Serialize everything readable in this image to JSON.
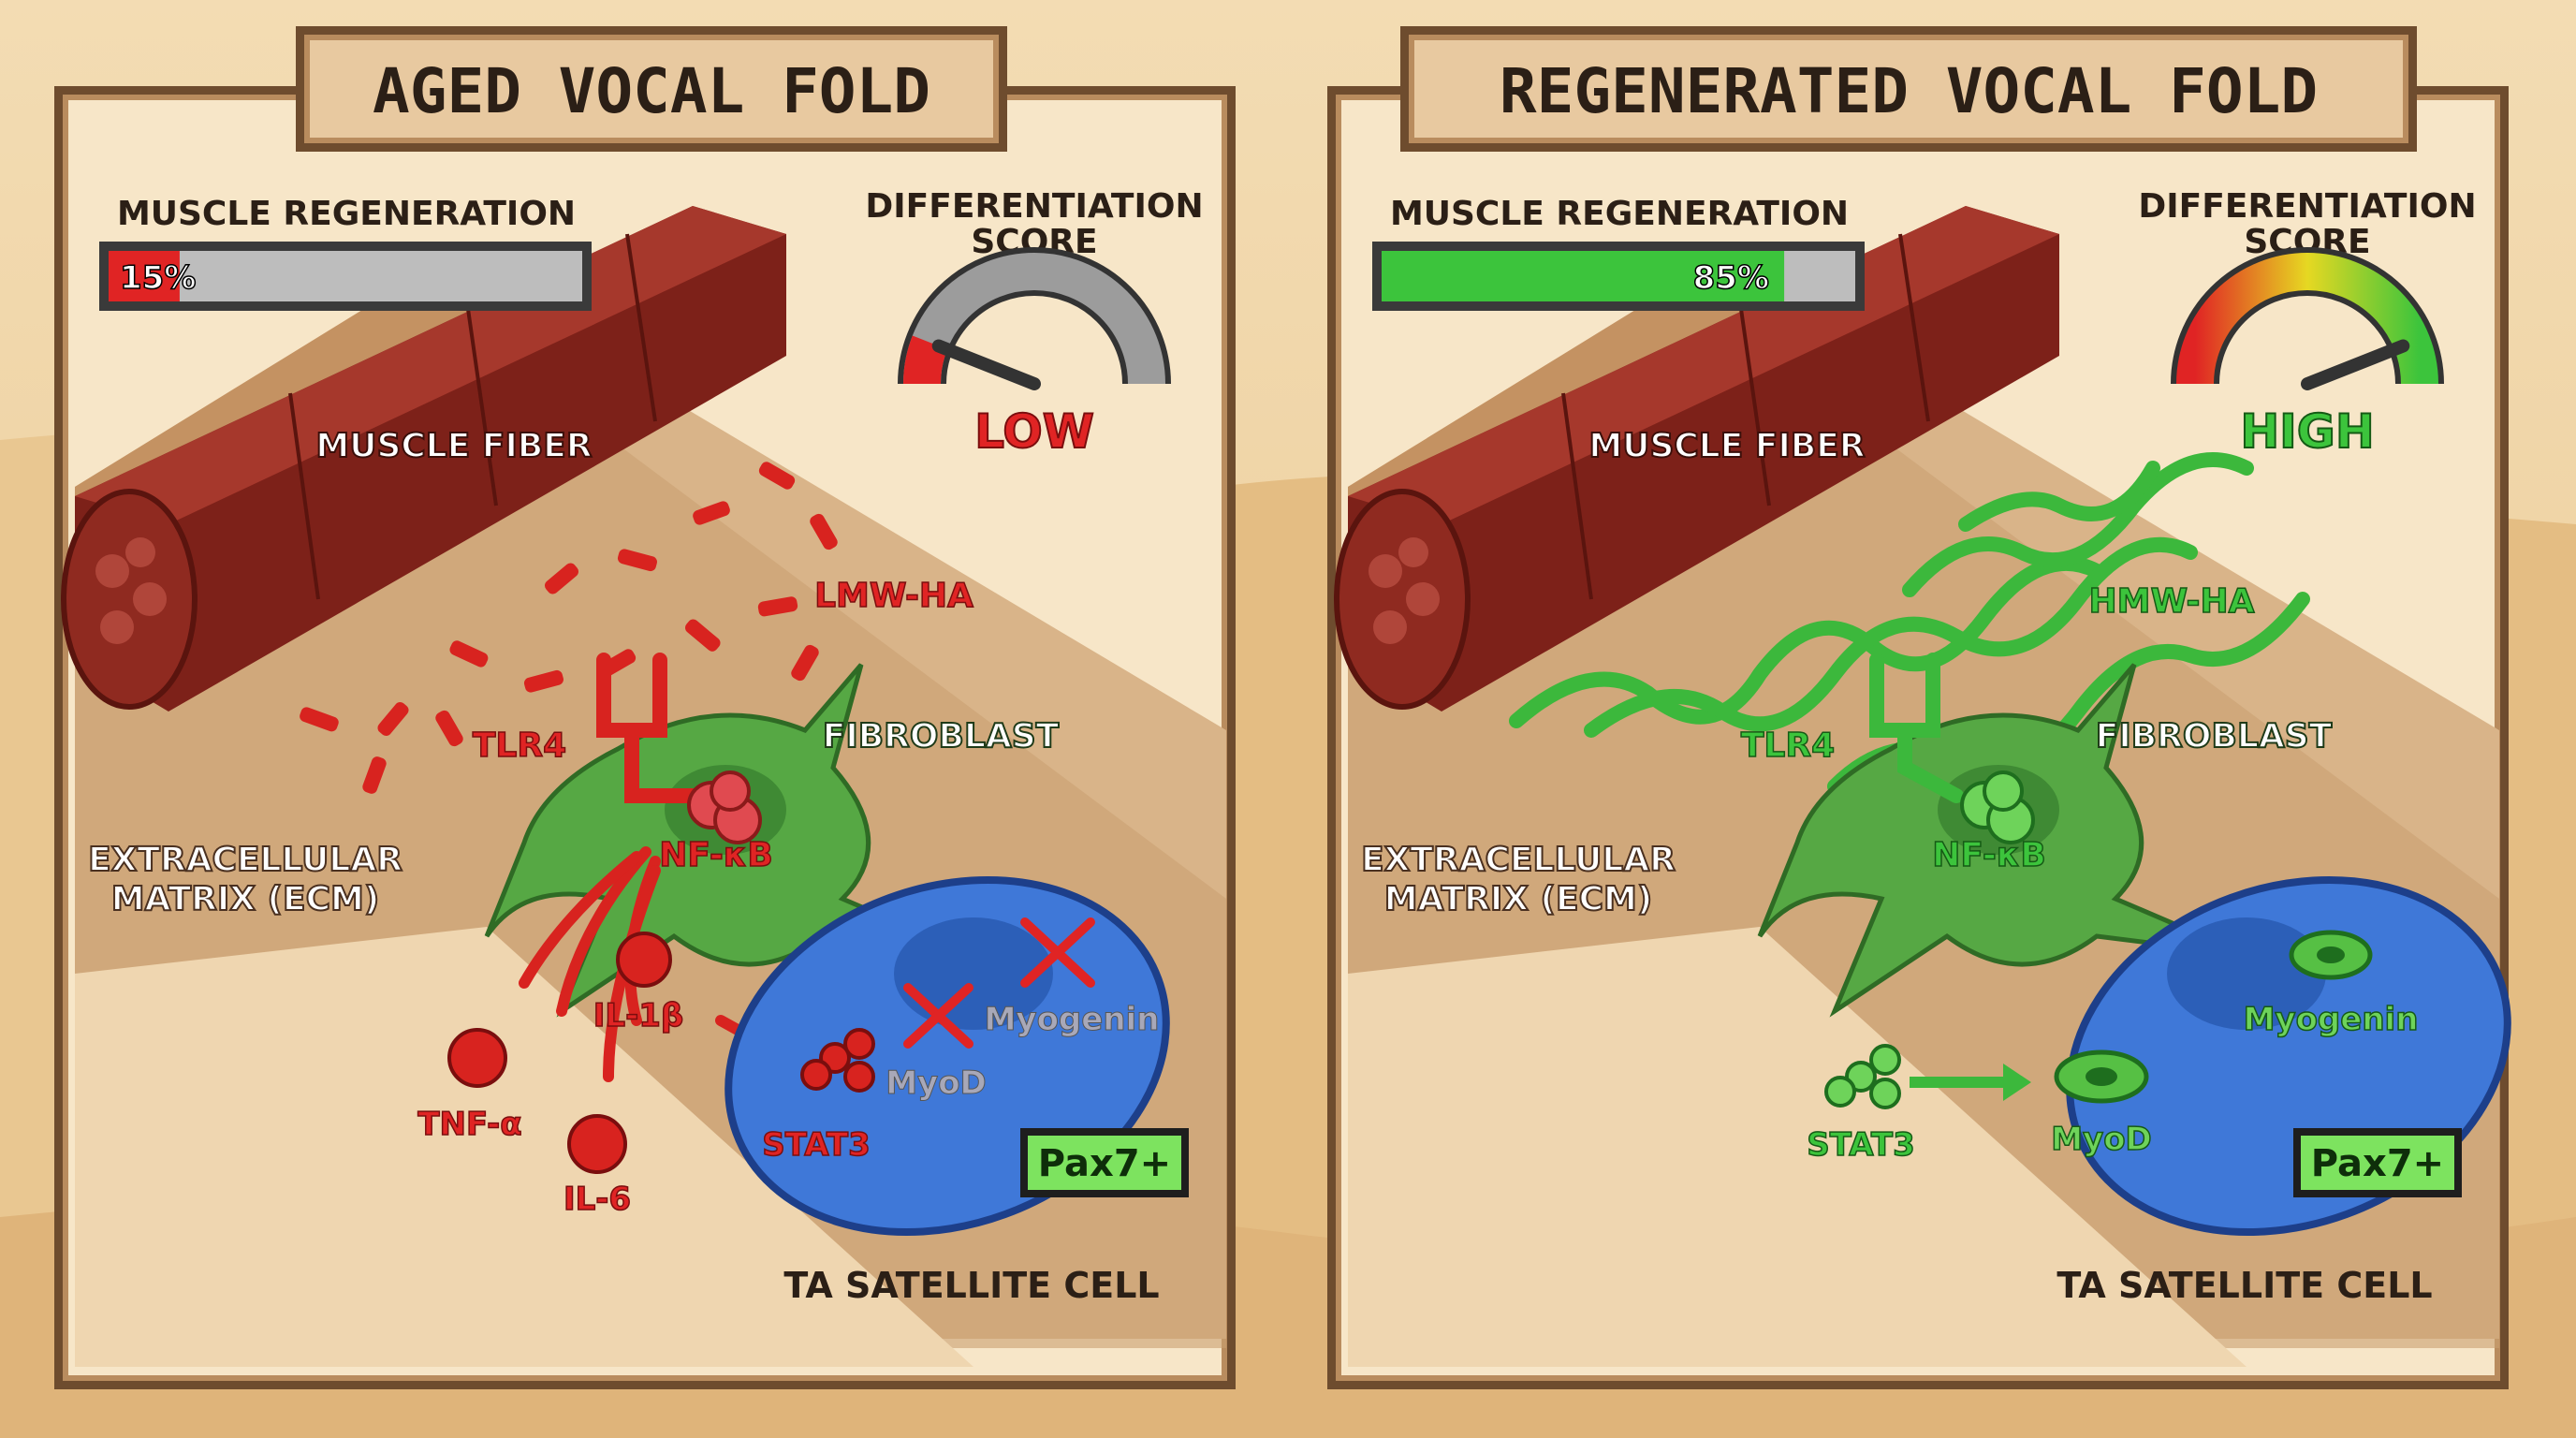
{
  "panels": [
    {
      "title": "AGED VOCAL FOLD",
      "regen_label": "MUSCLE REGENERATION",
      "regen_value": "15%",
      "regen_fraction": 0.15,
      "diff_label_1": "DIFFERENTIATION",
      "diff_label_2": "SCORE",
      "diff_level": "LOW",
      "diff_fraction": 0.12,
      "muscle_fiber": "MUSCLE FIBER",
      "ha": "LMW-HA",
      "tlr4": "TLR4",
      "fibroblast": "FIBROBLAST",
      "nfkb": "NF-κB",
      "ecm_1": "EXTRACELLULAR",
      "ecm_2": "MATRIX (ECM)",
      "il1b": "IL-1β",
      "tnfa": "TNF-α",
      "il6": "IL-6",
      "stat3": "STAT3",
      "myogenin": "Myogenin",
      "myod": "MyoD",
      "pax7": "Pax7+",
      "satellite": "TA SATELLITE CELL",
      "accent": "#e02424"
    },
    {
      "title": "REGENERATED VOCAL FOLD",
      "regen_label": "MUSCLE REGENERATION",
      "regen_value": "85%",
      "regen_fraction": 0.85,
      "diff_label_1": "DIFFERENTIATION",
      "diff_label_2": "SCORE",
      "diff_level": "HIGH",
      "diff_fraction": 0.88,
      "muscle_fiber": "MUSCLE FIBER",
      "ha": "HMW-HA",
      "tlr4": "TLR4",
      "fibroblast": "FIBROBLAST",
      "nfkb": "NF-κB",
      "ecm_1": "EXTRACELLULAR",
      "ecm_2": "MATRIX (ECM)",
      "stat3": "STAT3",
      "myogenin": "Myogenin",
      "myod": "MyoD",
      "pax7": "Pax7+",
      "satellite": "TA SATELLITE CELL",
      "accent": "#3cc43c"
    }
  ],
  "colors": {
    "frame": "#7a5a3c",
    "panel_bg": "#f7e6c8",
    "muscle": "#8c2a22",
    "fibroblast": "#56a844",
    "cell": "#3f78d8",
    "red": "#e02424",
    "green": "#3cc43c"
  }
}
